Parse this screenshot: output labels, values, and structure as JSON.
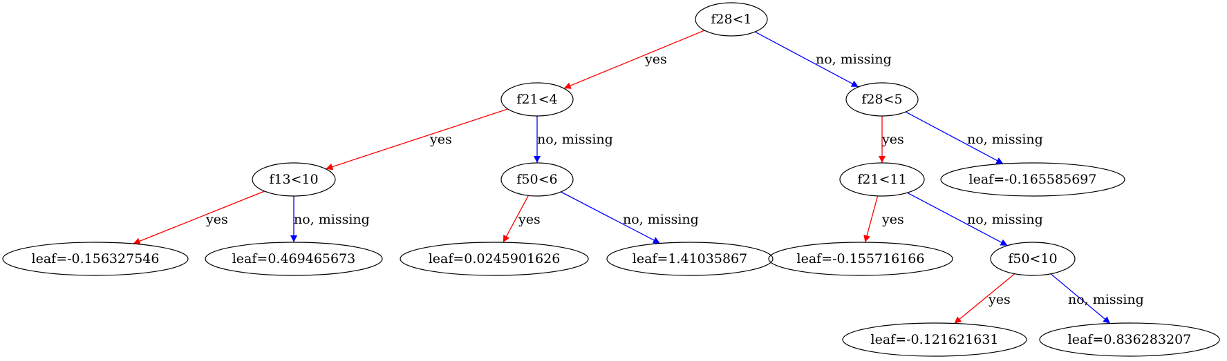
{
  "colors": {
    "yes": "#ff0000",
    "no": "#0000ff",
    "outline": "#000000"
  },
  "edge_labels": {
    "yes": "yes",
    "no": "no, missing"
  },
  "nodes": [
    {
      "id": "n0",
      "label": "f28<1"
    },
    {
      "id": "n1",
      "label": "f21<4"
    },
    {
      "id": "n2",
      "label": "f28<5"
    },
    {
      "id": "n3",
      "label": "f13<10"
    },
    {
      "id": "n4",
      "label": "f50<6"
    },
    {
      "id": "n5",
      "label": "f21<11"
    },
    {
      "id": "n6",
      "label": "leaf=-0.165585697"
    },
    {
      "id": "n7",
      "label": "leaf=-0.156327546"
    },
    {
      "id": "n8",
      "label": "leaf=0.469465673"
    },
    {
      "id": "n9",
      "label": "leaf=0.0245901626"
    },
    {
      "id": "n10",
      "label": "leaf=1.41035867"
    },
    {
      "id": "n11",
      "label": "leaf=-0.155716166"
    },
    {
      "id": "n12",
      "label": "f50<10"
    },
    {
      "id": "n13",
      "label": "leaf=-0.121621631"
    },
    {
      "id": "n14",
      "label": "leaf=0.836283207"
    }
  ],
  "edges": [
    {
      "from": "n0",
      "to": "n1",
      "kind": "yes"
    },
    {
      "from": "n0",
      "to": "n2",
      "kind": "no"
    },
    {
      "from": "n1",
      "to": "n3",
      "kind": "yes"
    },
    {
      "from": "n1",
      "to": "n4",
      "kind": "no"
    },
    {
      "from": "n2",
      "to": "n5",
      "kind": "yes"
    },
    {
      "from": "n2",
      "to": "n6",
      "kind": "no"
    },
    {
      "from": "n3",
      "to": "n7",
      "kind": "yes"
    },
    {
      "from": "n3",
      "to": "n8",
      "kind": "no"
    },
    {
      "from": "n4",
      "to": "n9",
      "kind": "yes"
    },
    {
      "from": "n4",
      "to": "n10",
      "kind": "no"
    },
    {
      "from": "n5",
      "to": "n11",
      "kind": "yes"
    },
    {
      "from": "n5",
      "to": "n12",
      "kind": "no"
    },
    {
      "from": "n12",
      "to": "n13",
      "kind": "yes"
    },
    {
      "from": "n12",
      "to": "n14",
      "kind": "no"
    }
  ]
}
